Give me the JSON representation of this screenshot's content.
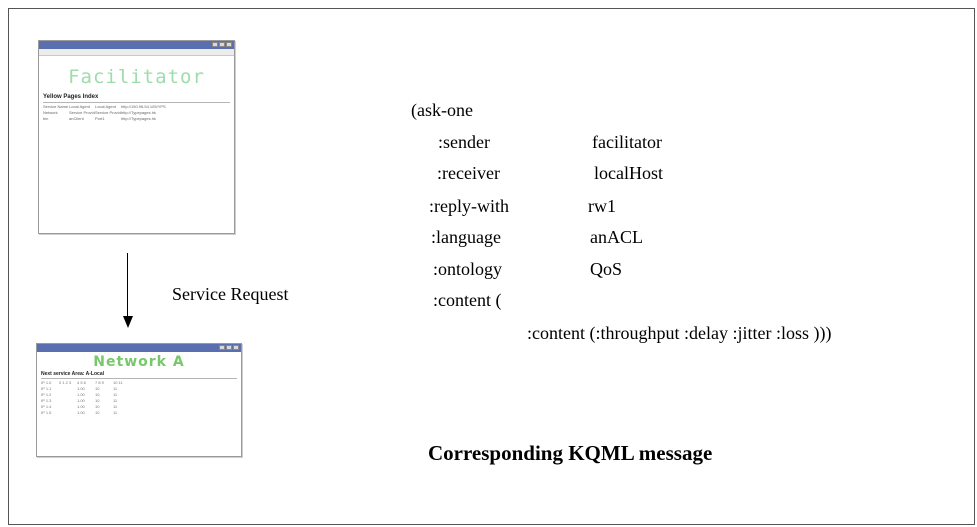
{
  "window1": {
    "brand": "Facilitator",
    "subtitle": "Yellow Pages Index",
    "rows": [
      [
        "Service Name",
        "Local Agent",
        "Local Agent",
        "http://150.96.54.105/YPS"
      ],
      [
        "Network",
        "Service Provider",
        "Service Provider",
        "http://Typepages.hk"
      ],
      [
        "bin",
        "anClient",
        "Port1",
        "http://Typepages.hk"
      ]
    ]
  },
  "window2": {
    "brand": "Network A",
    "subtitle": "Next service Area: A-Local",
    "rows": [
      [
        "IP 1.0",
        "0 1 2 3",
        "4 5 6",
        "7 8 9",
        "10 11"
      ],
      [
        "IP 1.1",
        "",
        "1.00",
        "10",
        "11"
      ],
      [
        "IP 1.2",
        "",
        "1.00",
        "10",
        "11"
      ],
      [
        "IP 1.3",
        "",
        "1.00",
        "10",
        "11"
      ],
      [
        "IP 1.4",
        "",
        "1.00",
        "10",
        "11"
      ],
      [
        "IP 1.5",
        "",
        "1.00",
        "10",
        "11"
      ]
    ]
  },
  "arrow_label": "Service Request",
  "message": {
    "open": "(ask-one",
    "sender_key": ":sender",
    "sender_val": "facilitator",
    "receiver_key": ":receiver",
    "receiver_val": "localHost",
    "reply_key": ":reply-with",
    "reply_val": "rw1",
    "language_key": ":language",
    "language_val": "anACL",
    "ontology_key": ":ontology",
    "ontology_val": "QoS",
    "content_open": ":content (",
    "content_inner": ":content (:throughput :delay  :jitter :loss   )))"
  },
  "caption": "Corresponding KQML message"
}
